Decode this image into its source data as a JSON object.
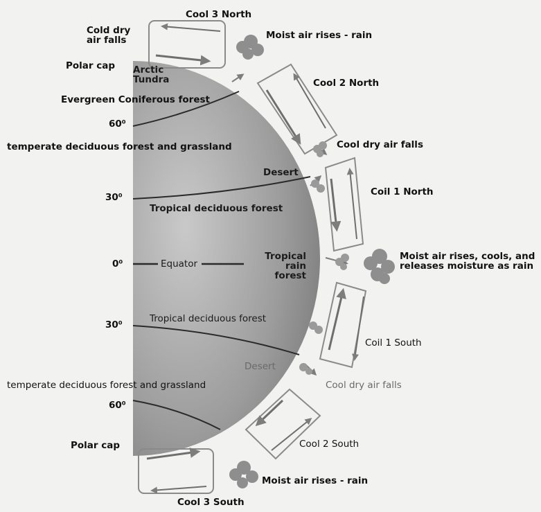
{
  "labels": {
    "cool3_north": "Cool 3 North",
    "cold_dry_air_falls": "Cold dry air falls",
    "moist_rain_north": "Moist air rises - rain",
    "polar_cap_north": "Polar cap",
    "arctic_tundra": "Arctic Tundra",
    "cool2_north": "Cool 2 North",
    "evergreen": "Evergreen Coniferous forest",
    "lat60_north": "60⁰",
    "temperate_north": "temperate deciduous forest and grassland",
    "cool_dry_air_falls_north": "Cool dry air falls",
    "desert_north": "Desert",
    "coil1_north": "Coil 1 North",
    "lat30_north": "30⁰",
    "tropical_decid_north": "Tropical deciduous forest",
    "lat0": "0⁰",
    "equator": "Equator",
    "tropical_rain": "Tropical rain forest",
    "moist_rises_cools": "Moist air rises, cools, and releases moisture as rain",
    "lat30_south": "30⁰",
    "tropical_decid_south": "Tropical deciduous forest",
    "coil1_south": "Coil 1 South",
    "desert_south": "Desert",
    "temperate_south": "temperate deciduous forest and grassland",
    "cool_dry_air_falls_south": "Cool dry air falls",
    "lat60_south": "60⁰",
    "polar_cap_south": "Polar cap",
    "cool2_south": "Cool 2 South",
    "moist_rain_south": "Moist air rises - rain",
    "cool3_south": "Cool 3 South"
  },
  "colors": {
    "background": "#f2f2f0",
    "globe_dark": "#6f6f6f",
    "globe_light": "#bdbdbd",
    "cell_outline": "#8a8a8a",
    "arrow": "#7d7d7d",
    "cloud": "#8e8e8e"
  },
  "icons": [
    "cloud-icon",
    "circulation-arrow-icon",
    "latitude-line-icon"
  ]
}
